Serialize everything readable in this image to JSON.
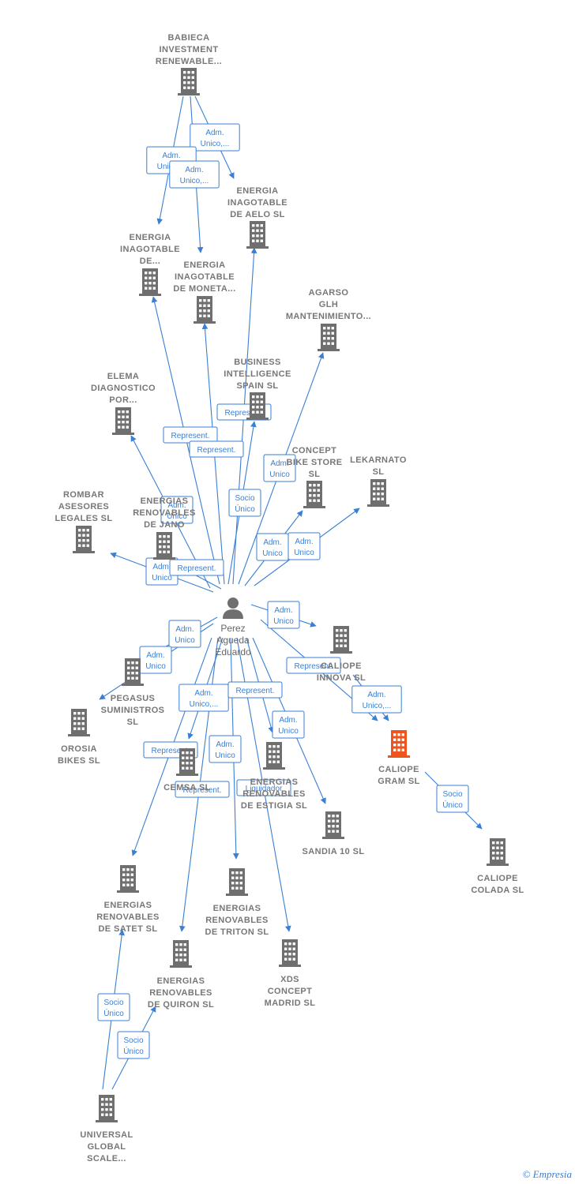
{
  "colors": {
    "edge": "#3a7fd5",
    "building": "#6f6f6f",
    "highlight": "#f0541e",
    "label": "#777777"
  },
  "person": {
    "name_lines": [
      "Perez",
      "Agueda",
      "Eduardo"
    ],
    "icon": "person-icon"
  },
  "companies": [
    {
      "id": "babieca",
      "lines": [
        "BABIECA",
        "INVESTMENT",
        "RENEWABLE..."
      ]
    },
    {
      "id": "aelo",
      "lines": [
        "ENERGIA",
        "INAGOTABLE",
        "DE AELO  SL"
      ]
    },
    {
      "id": "inagotable_de",
      "lines": [
        "ENERGIA",
        "INAGOTABLE",
        "DE..."
      ]
    },
    {
      "id": "moneta",
      "lines": [
        "ENERGIA",
        "INAGOTABLE",
        "DE MONETA..."
      ]
    },
    {
      "id": "agarso",
      "lines": [
        "AGARSO",
        "GLH",
        "MANTENIMIENTO..."
      ]
    },
    {
      "id": "business",
      "lines": [
        "BUSINESS",
        "INTELLIGENCE",
        "SPAIN  SL"
      ]
    },
    {
      "id": "elema",
      "lines": [
        "ELEMA",
        "DIAGNOSTICO",
        "POR..."
      ]
    },
    {
      "id": "concept_bike",
      "lines": [
        "CONCEPT",
        "BIKE STORE",
        "SL"
      ]
    },
    {
      "id": "lekarnato",
      "lines": [
        "LEKARNATO",
        "SL"
      ]
    },
    {
      "id": "rombar",
      "lines": [
        "ROMBAR",
        "ASESORES",
        "LEGALES  SL"
      ]
    },
    {
      "id": "janos",
      "lines": [
        "ENERGIAS",
        "RENOVABLES",
        "DE JANO"
      ]
    },
    {
      "id": "caliope_innova",
      "lines": [
        "CALIOPE",
        "INNOVA SL"
      ]
    },
    {
      "id": "pegasus",
      "lines": [
        "PEGASUS",
        "SUMINISTROS",
        "SL"
      ]
    },
    {
      "id": "orosia",
      "lines": [
        "OROSIA",
        "BIKES  SL"
      ]
    },
    {
      "id": "caliope_gram",
      "lines": [
        "CALIOPE",
        "GRAM  SL"
      ],
      "highlight": true
    },
    {
      "id": "cemsa",
      "lines": [
        "CEMSA  SL"
      ]
    },
    {
      "id": "estigia",
      "lines": [
        "ENERGIAS",
        "RENOVABLES",
        "DE ESTIGIA  SL"
      ]
    },
    {
      "id": "sandia",
      "lines": [
        "SANDIA 10  SL"
      ]
    },
    {
      "id": "caliope_colada",
      "lines": [
        "CALIOPE",
        "COLADA  SL"
      ]
    },
    {
      "id": "satet",
      "lines": [
        "ENERGIAS",
        "RENOVABLES",
        "DE SATET  SL"
      ]
    },
    {
      "id": "triton",
      "lines": [
        "ENERGIAS",
        "RENOVABLES",
        "DE TRITON  SL"
      ]
    },
    {
      "id": "quiron",
      "lines": [
        "ENERGIAS",
        "RENOVABLES",
        "DE QUIRON  SL"
      ]
    },
    {
      "id": "xds",
      "lines": [
        "XDS",
        "CONCEPT",
        "MADRID  SL"
      ]
    },
    {
      "id": "universal",
      "lines": [
        "UNIVERSAL",
        "GLOBAL",
        "SCALE..."
      ]
    }
  ],
  "relations": [
    {
      "from": "babieca",
      "to": "aelo",
      "label": [
        "Adm.",
        "Unico,..."
      ]
    },
    {
      "from": "babieca",
      "to": "inagotable_de",
      "label": [
        "Adm.",
        "Unico,..."
      ]
    },
    {
      "from": "babieca",
      "to": "moneta",
      "label": [
        "Adm.",
        "Unico,..."
      ]
    },
    {
      "from": "person",
      "to": "business",
      "label": [
        "Represent."
      ]
    },
    {
      "from": "person",
      "to": "inagotable_de",
      "label": [
        "Represent."
      ]
    },
    {
      "from": "person",
      "to": "moneta",
      "label": [
        "Represent."
      ]
    },
    {
      "from": "person",
      "to": "aelo",
      "label": [
        "Socio",
        "Único"
      ]
    },
    {
      "from": "person",
      "to": "agarso",
      "label": [
        "Adm.",
        "Unico"
      ]
    },
    {
      "from": "person",
      "to": "elema",
      "label": [
        "Adm.",
        "Unico"
      ]
    },
    {
      "from": "person",
      "to": "concept_bike",
      "label": [
        "Adm.",
        "Unico"
      ]
    },
    {
      "from": "person",
      "to": "lekarnato",
      "label": [
        "Adm.",
        "Unico"
      ]
    },
    {
      "from": "person",
      "to": "rombar",
      "label": [
        "Adm.",
        "Unico"
      ]
    },
    {
      "from": "person",
      "to": "janos",
      "label": [
        "Represent."
      ]
    },
    {
      "from": "person",
      "to": "caliope_innova",
      "label": [
        "Adm.",
        "Unico"
      ]
    },
    {
      "from": "person",
      "to": "caliope_gram",
      "label": [
        "Represent."
      ]
    },
    {
      "from": "caliope_innova",
      "to": "caliope_gram",
      "label": [
        "Adm.",
        "Unico,..."
      ]
    },
    {
      "from": "person",
      "to": "pegasus",
      "label": [
        "Adm.",
        "Unico"
      ]
    },
    {
      "from": "person",
      "to": "orosia",
      "label": [
        "Adm.",
        "Unico"
      ]
    },
    {
      "from": "person",
      "to": "cemsa",
      "label": [
        "Adm.",
        "Unico,..."
      ]
    },
    {
      "from": "person",
      "to": "estigia",
      "label": [
        "Represent."
      ]
    },
    {
      "from": "person",
      "to": "sandia",
      "label": [
        "Adm.",
        "Unico"
      ]
    },
    {
      "from": "person",
      "to": "satet",
      "label": [
        "Represent."
      ]
    },
    {
      "from": "person",
      "to": "triton",
      "label": [
        "Adm.",
        "Unico"
      ]
    },
    {
      "from": "person",
      "to": "quiron",
      "label": [
        "Represent."
      ]
    },
    {
      "from": "person",
      "to": "xds",
      "label": [
        "Liquidador"
      ]
    },
    {
      "from": "caliope_gram",
      "to": "caliope_colada",
      "label": [
        "Socio",
        "Único"
      ]
    },
    {
      "from": "universal",
      "to": "satet",
      "label": [
        "Socio",
        "Único"
      ]
    },
    {
      "from": "universal",
      "to": "quiron",
      "label": [
        "Socio",
        "Único"
      ]
    }
  ],
  "footer": {
    "copyright": "©",
    "brand": "Empresia"
  }
}
